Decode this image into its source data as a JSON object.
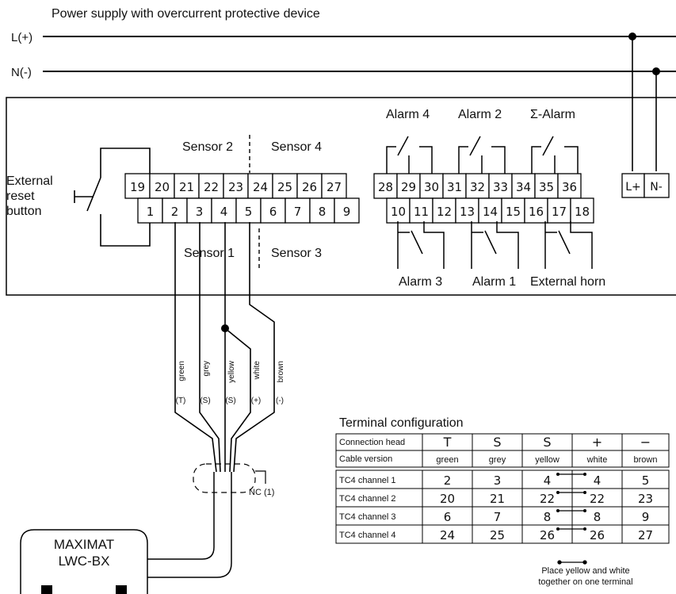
{
  "header": {
    "title": "Power supply with overcurrent protective device"
  },
  "supply": {
    "l_label": "L(+)",
    "n_label": "N(-)",
    "lplus": "L+",
    "nminus": "N-"
  },
  "reset": {
    "line1": "External",
    "line2": "reset",
    "line3": "button"
  },
  "sensors": {
    "s1": "Sensor 1",
    "s2": "Sensor 2",
    "s3": "Sensor 3",
    "s4": "Sensor 4"
  },
  "alarms": {
    "a1": "Alarm 1",
    "a2": "Alarm 2",
    "a3": "Alarm 3",
    "a4": "Alarm 4",
    "sum": "Σ-Alarm",
    "horn": "External horn"
  },
  "terminals": {
    "top_left": [
      "19",
      "20",
      "21",
      "22",
      "23",
      "24",
      "25",
      "26",
      "27"
    ],
    "bottom_left": [
      "1",
      "2",
      "3",
      "4",
      "5",
      "6",
      "7",
      "8",
      "9"
    ],
    "top_right": [
      "28",
      "29",
      "30",
      "31",
      "32",
      "33",
      "34",
      "35",
      "36"
    ],
    "bottom_right": [
      "10",
      "11",
      "12",
      "13",
      "14",
      "15",
      "16",
      "17",
      "18"
    ]
  },
  "wires": [
    {
      "color": "green",
      "code": "(T)"
    },
    {
      "color": "grey",
      "code": "(S)"
    },
    {
      "color": "yellow",
      "code": "(S)"
    },
    {
      "color": "white",
      "code": "(+)"
    },
    {
      "color": "brown",
      "code": "(-)"
    }
  ],
  "nc_label": "NC (1)",
  "device": {
    "line1": "MAXIMAT",
    "line2": "LWC-BX"
  },
  "table": {
    "title": "Terminal configuration",
    "header_row": {
      "label": "Connection head",
      "cells": [
        "T",
        "S",
        "S",
        "+",
        "−"
      ]
    },
    "cable_row": {
      "label": "Cable version",
      "cells": [
        "green",
        "grey",
        "yellow",
        "white",
        "brown"
      ]
    },
    "rows": [
      {
        "label": "TC4 channel 1",
        "cells": [
          "2",
          "3",
          "4",
          "4",
          "5"
        ]
      },
      {
        "label": "TC4 channel 2",
        "cells": [
          "20",
          "21",
          "22",
          "22",
          "23"
        ]
      },
      {
        "label": "TC4 channel 3",
        "cells": [
          "6",
          "7",
          "8",
          "8",
          "9"
        ]
      },
      {
        "label": "TC4 channel 4",
        "cells": [
          "24",
          "25",
          "26",
          "26",
          "27"
        ]
      }
    ],
    "note_line1": "Place yellow and white",
    "note_line2": "together on one terminal"
  }
}
